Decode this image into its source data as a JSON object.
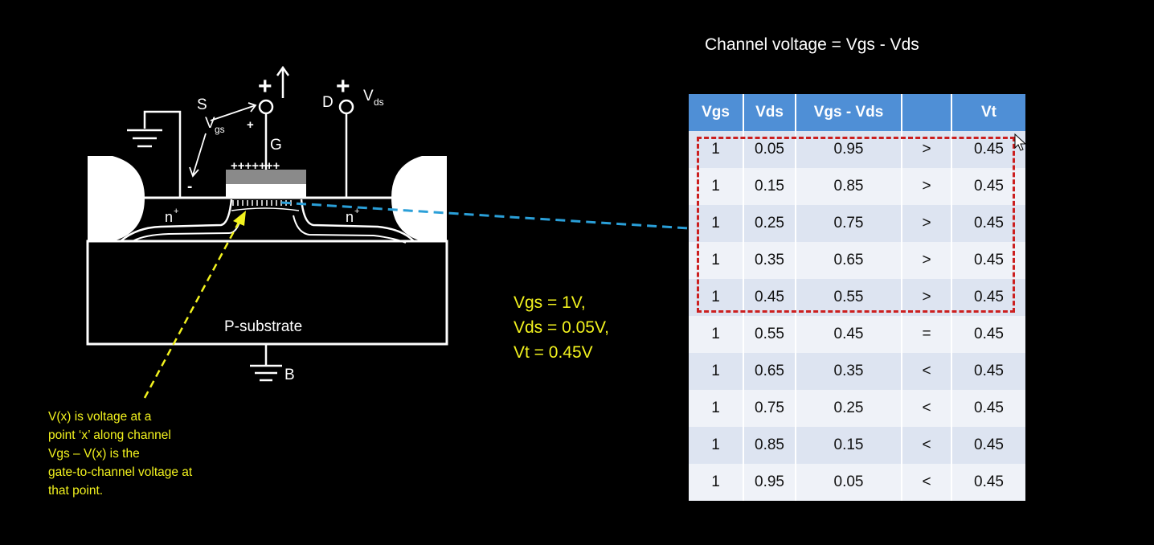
{
  "title": "Channel voltage = Vgs - Vds",
  "given": [
    "Vgs = 1V,",
    "Vds = 0.05V,",
    "Vt = 0.45V"
  ],
  "note_lines": [
    "V(x) is voltage at a",
    "point ‘x’ along channel",
    "Vgs – V(x) is the",
    "gate-to-channel voltage at",
    "that point."
  ],
  "diagram": {
    "source_label": "S",
    "gate_label": "G",
    "drain_label": "D",
    "body_label": "B",
    "substrate_label": "P-substrate",
    "vgs_label": "V",
    "vgs_sub": "gs",
    "vds_label": "V",
    "vds_sub": "ds",
    "n_plus": "n",
    "n_sup": "+",
    "plus": "+",
    "minus": "-",
    "gate_charges": "+++++++",
    "small_plus": "+"
  },
  "table": {
    "headers": [
      "Vgs",
      "Vds",
      "Vgs - Vds",
      "",
      "Vt"
    ],
    "rows": [
      [
        "1",
        "0.05",
        "0.95",
        ">",
        "0.45"
      ],
      [
        "1",
        "0.15",
        "0.85",
        ">",
        "0.45"
      ],
      [
        "1",
        "0.25",
        "0.75",
        ">",
        "0.45"
      ],
      [
        "1",
        "0.35",
        "0.65",
        ">",
        "0.45"
      ],
      [
        "1",
        "0.45",
        "0.55",
        ">",
        "0.45"
      ],
      [
        "1",
        "0.55",
        "0.45",
        "=",
        "0.45"
      ],
      [
        "1",
        "0.65",
        "0.35",
        "<",
        "0.45"
      ],
      [
        "1",
        "0.75",
        "0.25",
        "<",
        "0.45"
      ],
      [
        "1",
        "0.85",
        "0.15",
        "<",
        "0.45"
      ],
      [
        "1",
        "0.95",
        "0.05",
        "<",
        "0.45"
      ]
    ]
  },
  "colors": {
    "background": "#000000",
    "annotation": "#f2f21e",
    "header": "#4f8fd6",
    "row_odd": "#dde4f1",
    "row_even": "#eff2f8",
    "highlight_box": "#cc1f1f",
    "connector": "#2a9fd8"
  }
}
